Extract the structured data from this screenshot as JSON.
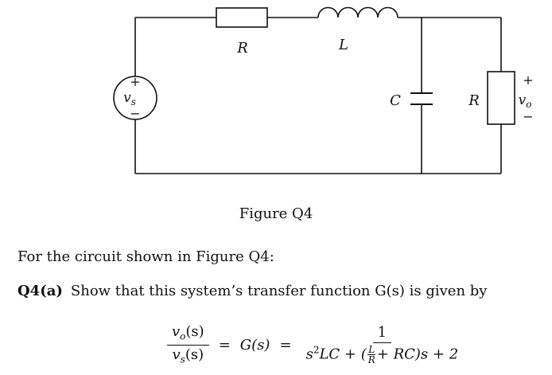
{
  "circuit": {
    "labels": {
      "source_plus": "+",
      "source_name": "v",
      "source_sub": "s",
      "source_minus": "−",
      "resistor_series": "R",
      "inductor": "L",
      "capacitor": "C",
      "resistor_load": "R",
      "out_plus": "+",
      "out_name": "v",
      "out_sub": "o",
      "out_minus": "−"
    }
  },
  "figure": {
    "caption": "Figure Q4"
  },
  "text": {
    "intro": "For the circuit shown in Figure Q4:",
    "question_label": "Q4(a)",
    "question_text": "Show that this system’s transfer function G(s) is given by"
  },
  "equation": {
    "lhs_num": "v",
    "lhs_num_sub": "o",
    "lhs_num_arg": "(s)",
    "lhs_den": "v",
    "lhs_den_sub": "s",
    "lhs_den_arg": "(s)",
    "eq1": "=",
    "mid": "G(s)",
    "eq2": "=",
    "rhs_num": "1",
    "rhs_den_a": "s",
    "rhs_den_a_exp": "2",
    "rhs_den_b": "LC + (",
    "rhs_den_frac_num": "L",
    "rhs_den_frac_den": "R",
    "rhs_den_c": "+ RC)s + 2"
  }
}
